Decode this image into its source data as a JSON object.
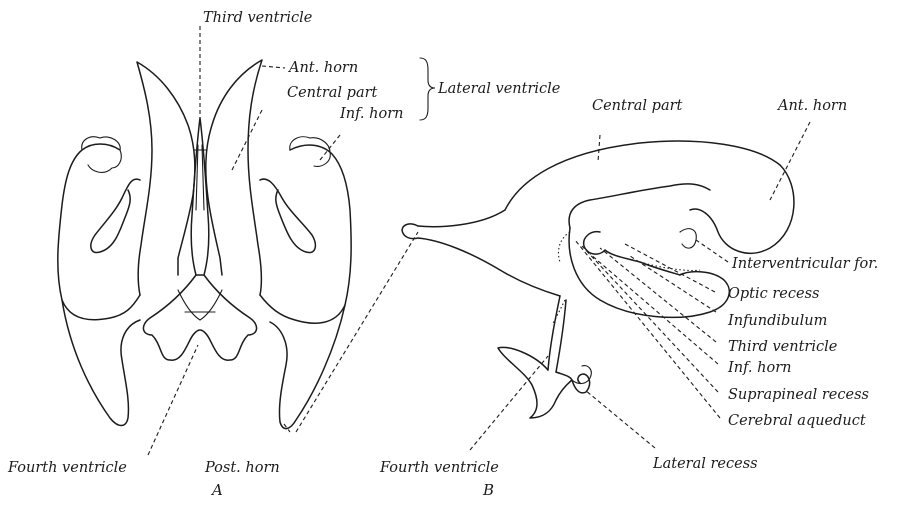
{
  "figure_a": {
    "letter": "A",
    "labels": {
      "third_ventricle": "Third ventricle",
      "ant_horn": "Ant. horn",
      "central_part": "Central part",
      "inf_horn": "Inf. horn",
      "lateral_ventricle": "Lateral ventricle",
      "fourth_ventricle": "Fourth ventricle",
      "post_horn": "Post. horn"
    }
  },
  "figure_b": {
    "letter": "B",
    "labels": {
      "central_part": "Central part",
      "ant_horn": "Ant. horn",
      "interventricular_for": "Interventricular for.",
      "optic_recess": "Optic recess",
      "infundibulum": "Infundibulum",
      "third_ventricle": "Third ventricle",
      "inf_horn": "Inf. horn",
      "suprapineal_recess": "Suprapineal recess",
      "cerebral_aqueduct": "Cerebral aqueduct",
      "fourth_ventricle": "Fourth ventricle",
      "lateral_recess": "Lateral recess"
    }
  }
}
